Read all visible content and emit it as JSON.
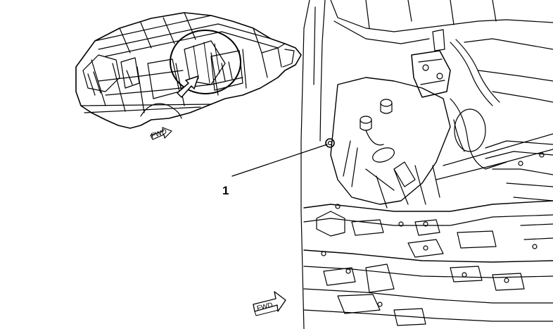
{
  "callout": {
    "number": "1"
  },
  "fwd_arrows": [
    {
      "label": "FWD"
    },
    {
      "label": "FWD"
    }
  ],
  "colors": {
    "line": "#000000",
    "background": "#ffffff"
  }
}
